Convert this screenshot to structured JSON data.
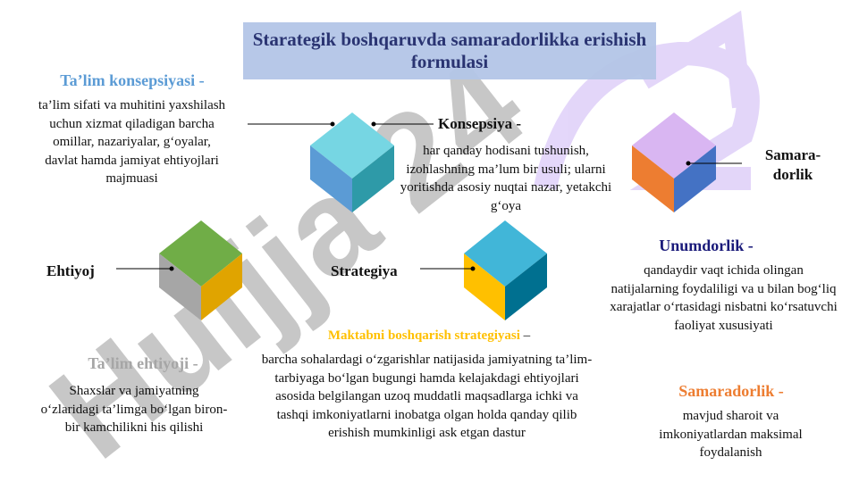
{
  "title": "Starategik boshqaruvda samaradorlikka erishish formulasi",
  "watermark": "Huijja 24",
  "talim_konsepsiyasi": {
    "heading": "Ta’lim konsepsiyasi -",
    "text": "ta’lim sifati va muhitini yaxshilash uchun xizmat qiladigan barcha omillar, nazariyalar, g‘oyalar, davlat hamda jamiyat ehtiyojlari majmuasi"
  },
  "konsepsiya": {
    "heading": "Konsepsiya -",
    "text": "har qanday hodisani tushunish, izohlashning ma’lum bir usuli; ularni yoritishda asosiy nuqtai nazar, yetakchi g‘oya"
  },
  "samaradorlik_label": "Samara-dorlik",
  "ehtiyoj_label": "Ehtiyoj",
  "strategiya_label": "Strategiya",
  "unumdorlik": {
    "heading": "Unumdorlik -",
    "text": "qandaydir vaqt ichida olingan natijalarning foydaliligi va u bilan bog‘liq xarajatlar o‘rtasidagi nisbatni ko‘rsatuvchi faoliyat xususiyati"
  },
  "maktab_strategiyasi": {
    "heading": "Maktabni boshqarish strategiyasi",
    "dash": " –",
    "text": "barcha sohalardagi o‘zgarishlar natijasida jamiyatning ta’lim-tarbiyaga bo‘lgan bugungi hamda kelajakdagi ehtiyojlari asosida belgilangan uzoq muddatli maqsadlarga ichki va tashqi imkoniyatlarni inobatga olgan holda qanday qilib erishish mumkinligi ask etgan dastur"
  },
  "talim_ehtiyoji": {
    "heading": "Ta’lim ehtiyoji -",
    "text": "Shaxslar va jamiyatning o‘zlaridagi ta’limga bo‘lgan biron-bir kamchilikni his qilishi"
  },
  "samaradorlik": {
    "heading": "Samaradorlik -",
    "text": "mavjud sharoit va imkoniyatlardan maksimal foydalanish"
  },
  "colors": {
    "title_bg": "#b4c6e7",
    "title_text": "#1f2a6b",
    "talim_konsepsiyasi_heading": "#5b9bd5",
    "unumdorlik_heading": "#1a1a7a",
    "maktab_heading": "#ffc000",
    "talim_ehtiyoji_heading": "#a6a6a6",
    "samaradorlik_heading": "#ed7d31"
  }
}
